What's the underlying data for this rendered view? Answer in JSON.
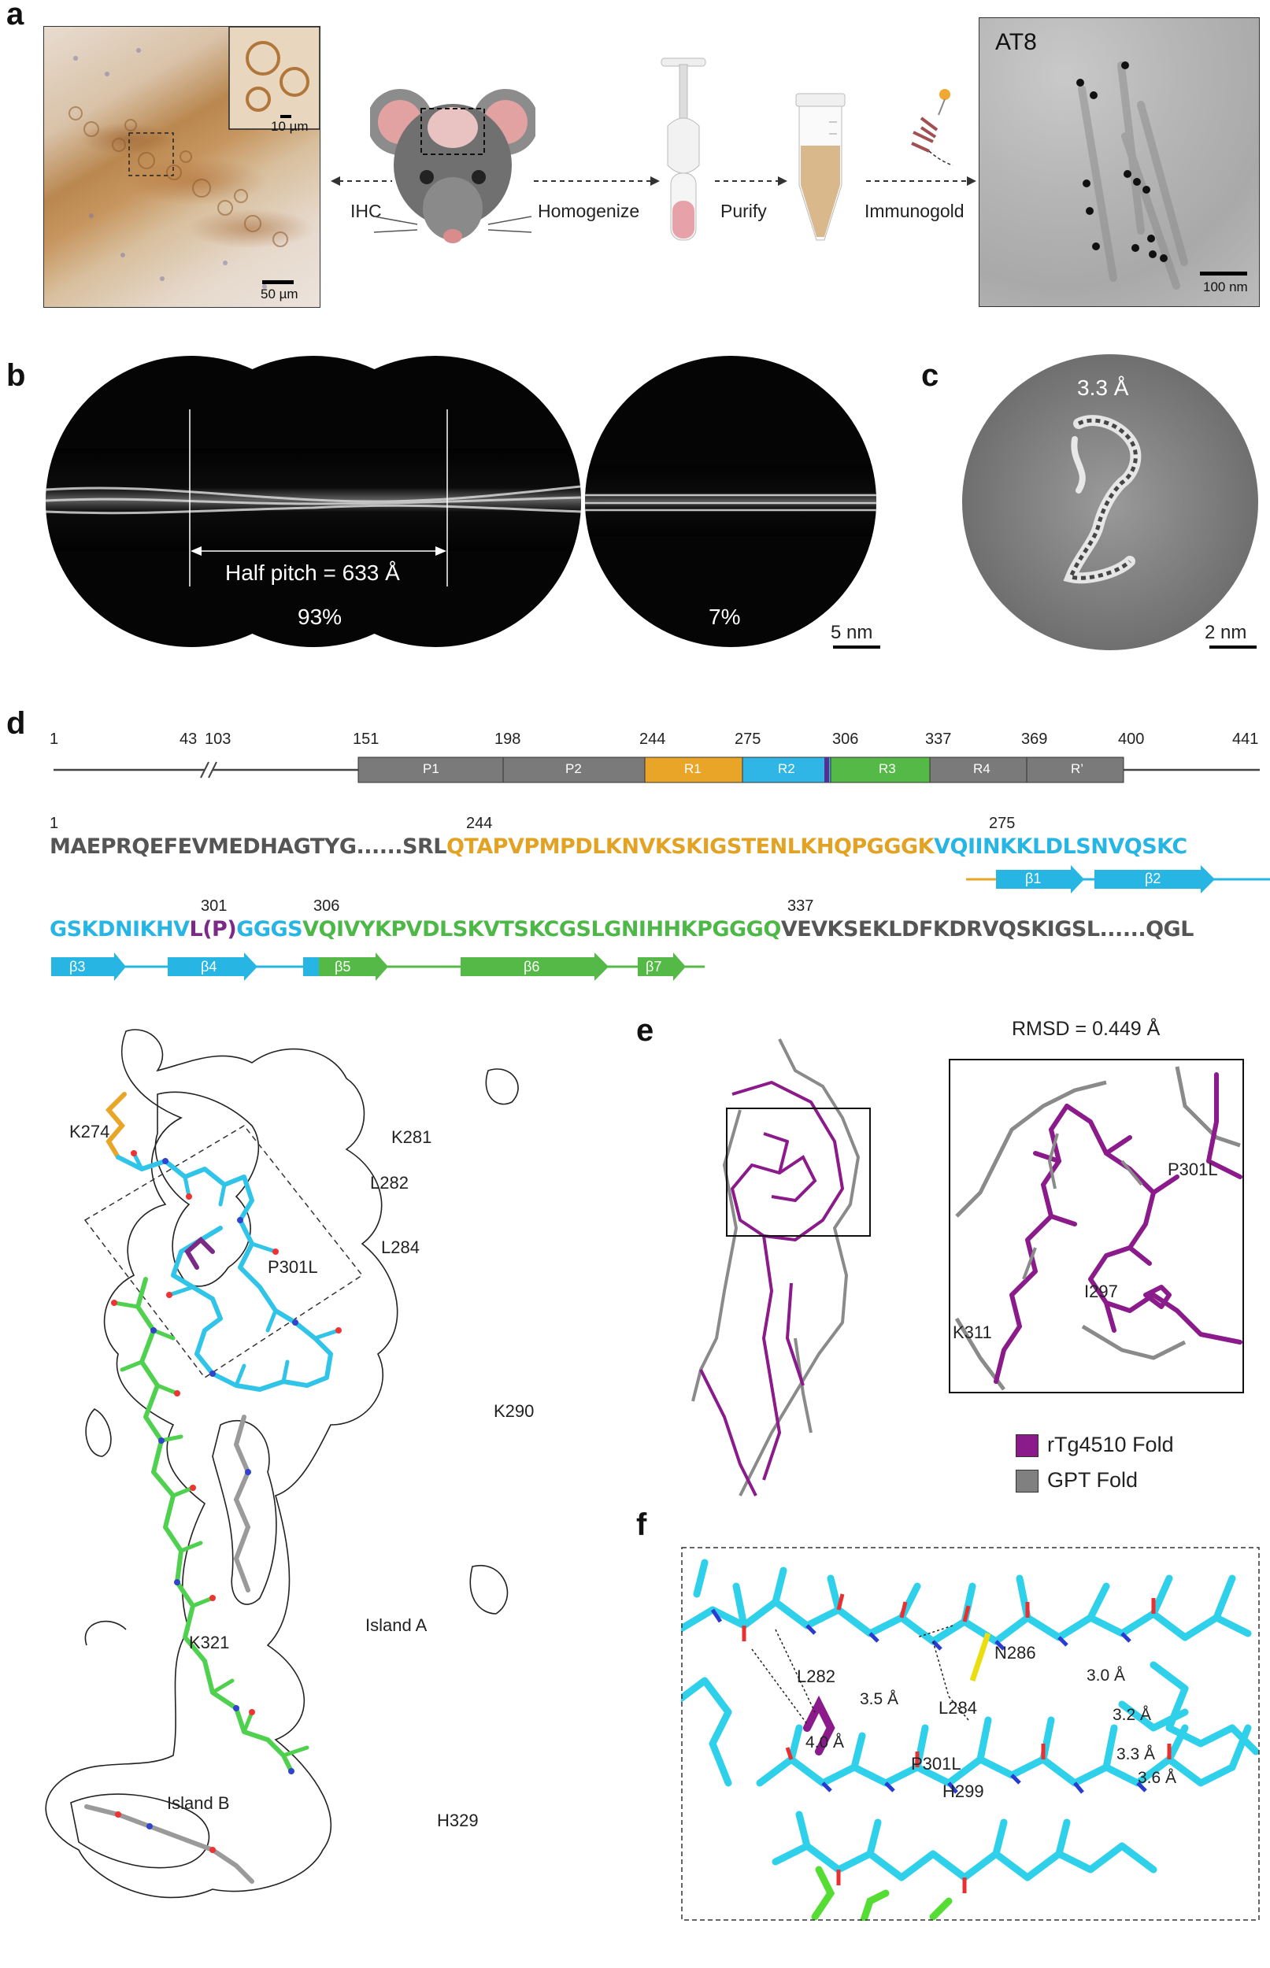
{
  "panel_labels": [
    "a",
    "b",
    "c",
    "d",
    "e",
    "f"
  ],
  "a": {
    "ihc_scale_inset": "10 µm",
    "ihc_scale_main": "50 µm",
    "steps": [
      "IHC",
      "Homogenize",
      "Purify",
      "Immunogold"
    ],
    "em_label": "AT8",
    "em_scale": "100 nm"
  },
  "b": {
    "annotation": "Half pitch = 633 Å",
    "pct_left": "93%",
    "pct_right": "7%",
    "scale": "5 nm"
  },
  "c": {
    "resolution": "3.3 Å",
    "scale": "2 nm"
  },
  "d": {
    "domain_numbers": [
      "1",
      "43",
      "103",
      "151",
      "198",
      "244",
      "275",
      "306",
      "337",
      "369",
      "400",
      "441"
    ],
    "domains": [
      "P1",
      "P2",
      "R1",
      "R2",
      "R3",
      "R4",
      "R’"
    ],
    "domain_colors": {
      "P": "#7a7a7a",
      "R1": "#e8a527",
      "R2": "#2fb6e6",
      "R3": "#55b947",
      "R4": "#7a7a7a",
      "Rp": "#7a7a7a",
      "mut": "#5b2d8e"
    },
    "seq_line1": {
      "n1": "1",
      "n244": "244",
      "n275": "275",
      "grey": "MAEPRQEFEVMEDHAGTYG......SRL",
      "orange": "QTAPVPMPDLKNVKSKIGSTENLKHQPGGGK",
      "cyan": "VQIINKKLDLSNVQSKC"
    },
    "seq_line2": {
      "n301": "301",
      "n306": "306",
      "n337": "337",
      "cyan1": "GSKDNIKHV",
      "purple": "L(P)",
      "cyan2": "GGGS",
      "green": "VQIVYKPVDLSKVTSKCGSLGNIHHKPGGGQ",
      "grey": "VEVKSEKLDFKDRVQSKIGSL......QGL"
    },
    "strands": [
      "β1",
      "β2",
      "β3",
      "β4",
      "β5",
      "β6",
      "β7"
    ],
    "structure_labels": [
      "K274",
      "K281",
      "L282",
      "L284",
      "P301L",
      "K290",
      "K321",
      "Island A",
      "Island B",
      "H329"
    ]
  },
  "e": {
    "rmsd": "RMSD = 0.449 Å",
    "labels": [
      "P301L",
      "I297",
      "K311"
    ],
    "legend": [
      {
        "label": "rTg4510 Fold",
        "color": "#8b1a8b"
      },
      {
        "label": "GPT Fold",
        "color": "#808080"
      }
    ]
  },
  "f": {
    "residues": [
      "L282",
      "N286",
      "L284",
      "P301L",
      "H299"
    ],
    "distances": [
      "3.5 Å",
      "4.0 Å",
      "3.0 Å",
      "3.2 Å",
      "3.3 Å",
      "3.6 Å"
    ]
  }
}
